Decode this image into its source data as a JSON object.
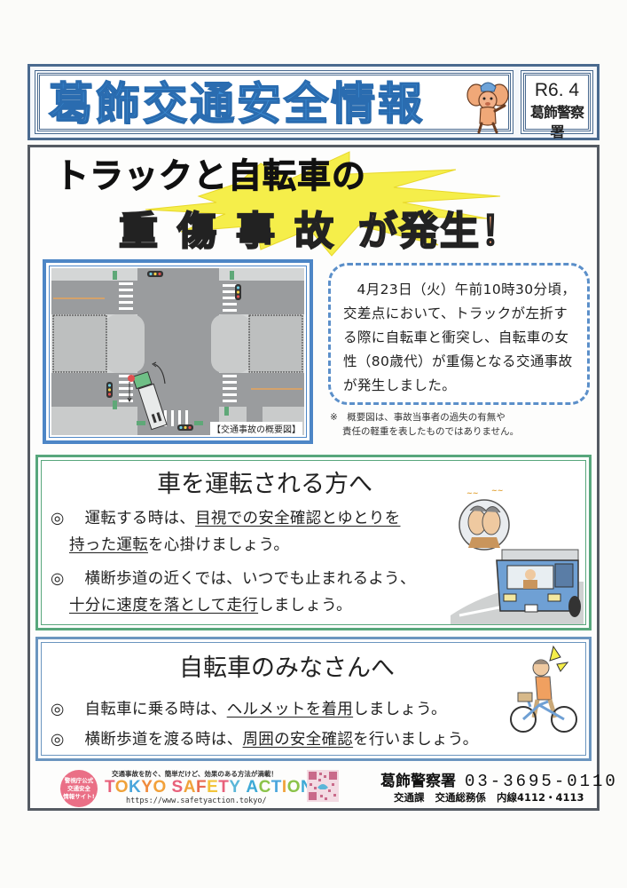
{
  "header": {
    "title": "葛飾交通安全情報",
    "issue_date": "R6. 4",
    "station": "葛飾警察署",
    "mascot_icon": "police-mascot-icon"
  },
  "headline": {
    "line1": "トラックと自転車の",
    "line2_emphasis": "重傷事故",
    "line2_tail": "が発生！"
  },
  "diagram": {
    "caption": "【交通事故の概要図】"
  },
  "incident": {
    "description": "4月23日（火）午前10時30分頃，交差点において、トラックが左折する際に自転車と衝突し、自転車の女性（80歳代）が重傷となる交通事故が発生しました。",
    "note_line1": "※　概要図は、事故当事者の過失の有無や",
    "note_line2": "責任の軽重を表したものではありません。"
  },
  "drivers_section": {
    "title": "車を運転される方へ",
    "bullet_mark": "◎",
    "items": [
      {
        "prefix": "運転する時は、",
        "underlined_1": "目視での安全確認とゆとりを",
        "underlined_2": "持った運転",
        "suffix": "を心掛けましょう。"
      },
      {
        "prefix": "横断歩道の近くでは、いつでも止まれるよう、",
        "underlined_2": "十分に速度を落として走行",
        "suffix": "しましょう。"
      }
    ]
  },
  "cyclists_section": {
    "title": "自転車のみなさんへ",
    "bullet_mark": "◎",
    "items": [
      {
        "prefix": "自転車に乗る時は、",
        "underlined": "ヘルメットを着用",
        "suffix": "しましょう。"
      },
      {
        "prefix": "横断歩道を渡る時は、",
        "underlined": "周囲の安全確認",
        "suffix": "を行いましょう。"
      }
    ]
  },
  "footer": {
    "badge_text": [
      "警視庁公式",
      "交通安全",
      "情報サイト!"
    ],
    "tagline": "交通事故を防ぐ、簡単だけど、効果のある方法が満載！",
    "logo_text": "TOKYO SAFETY ACTION",
    "logo_colors": [
      "#e8607a",
      "#f0a23a",
      "#4aa6dc",
      "#f08a3c",
      "#f2c43a",
      "#e8607a",
      "#5ab6d8",
      "#8bc34a",
      "#3da9d6"
    ],
    "url": "https://www.safetyaction.tokyo/",
    "contact_station": "葛飾警察署",
    "contact_phone": "03-3695-0110",
    "contact_division": "交通課",
    "contact_section": "交通総務係",
    "contact_extension": "内線4112・4113"
  },
  "colors": {
    "title_blue": "#3d8fd6",
    "frame_navy": "#4a6a8f",
    "drivers_green": "#58a77c",
    "cyclists_blue": "#6b95bf",
    "headline_orange": "#f3a37a",
    "starburst_yellow": "#f5ee4a"
  }
}
